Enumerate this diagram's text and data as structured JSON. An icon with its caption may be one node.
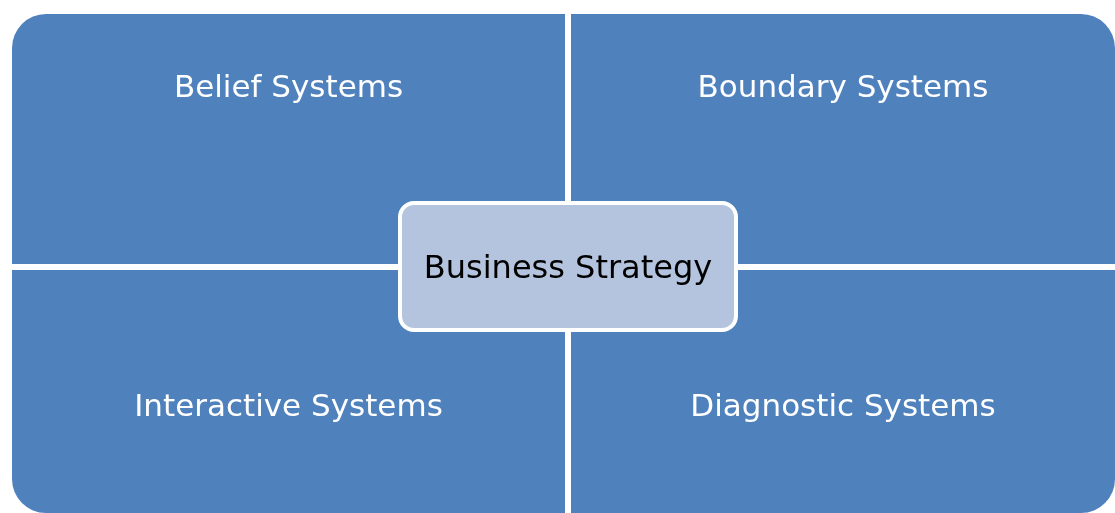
{
  "diagram": {
    "nodes": [
      {
        "text": [
          "Belief Systems"
        ]
      },
      {
        "text": [
          "Boundary Systems"
        ]
      },
      {
        "text": [
          "Interactive Systems"
        ]
      },
      {
        "text": [
          "Diagnostic Systems"
        ]
      },
      {
        "text": [
          "Business Strategy"
        ]
      }
    ]
  }
}
